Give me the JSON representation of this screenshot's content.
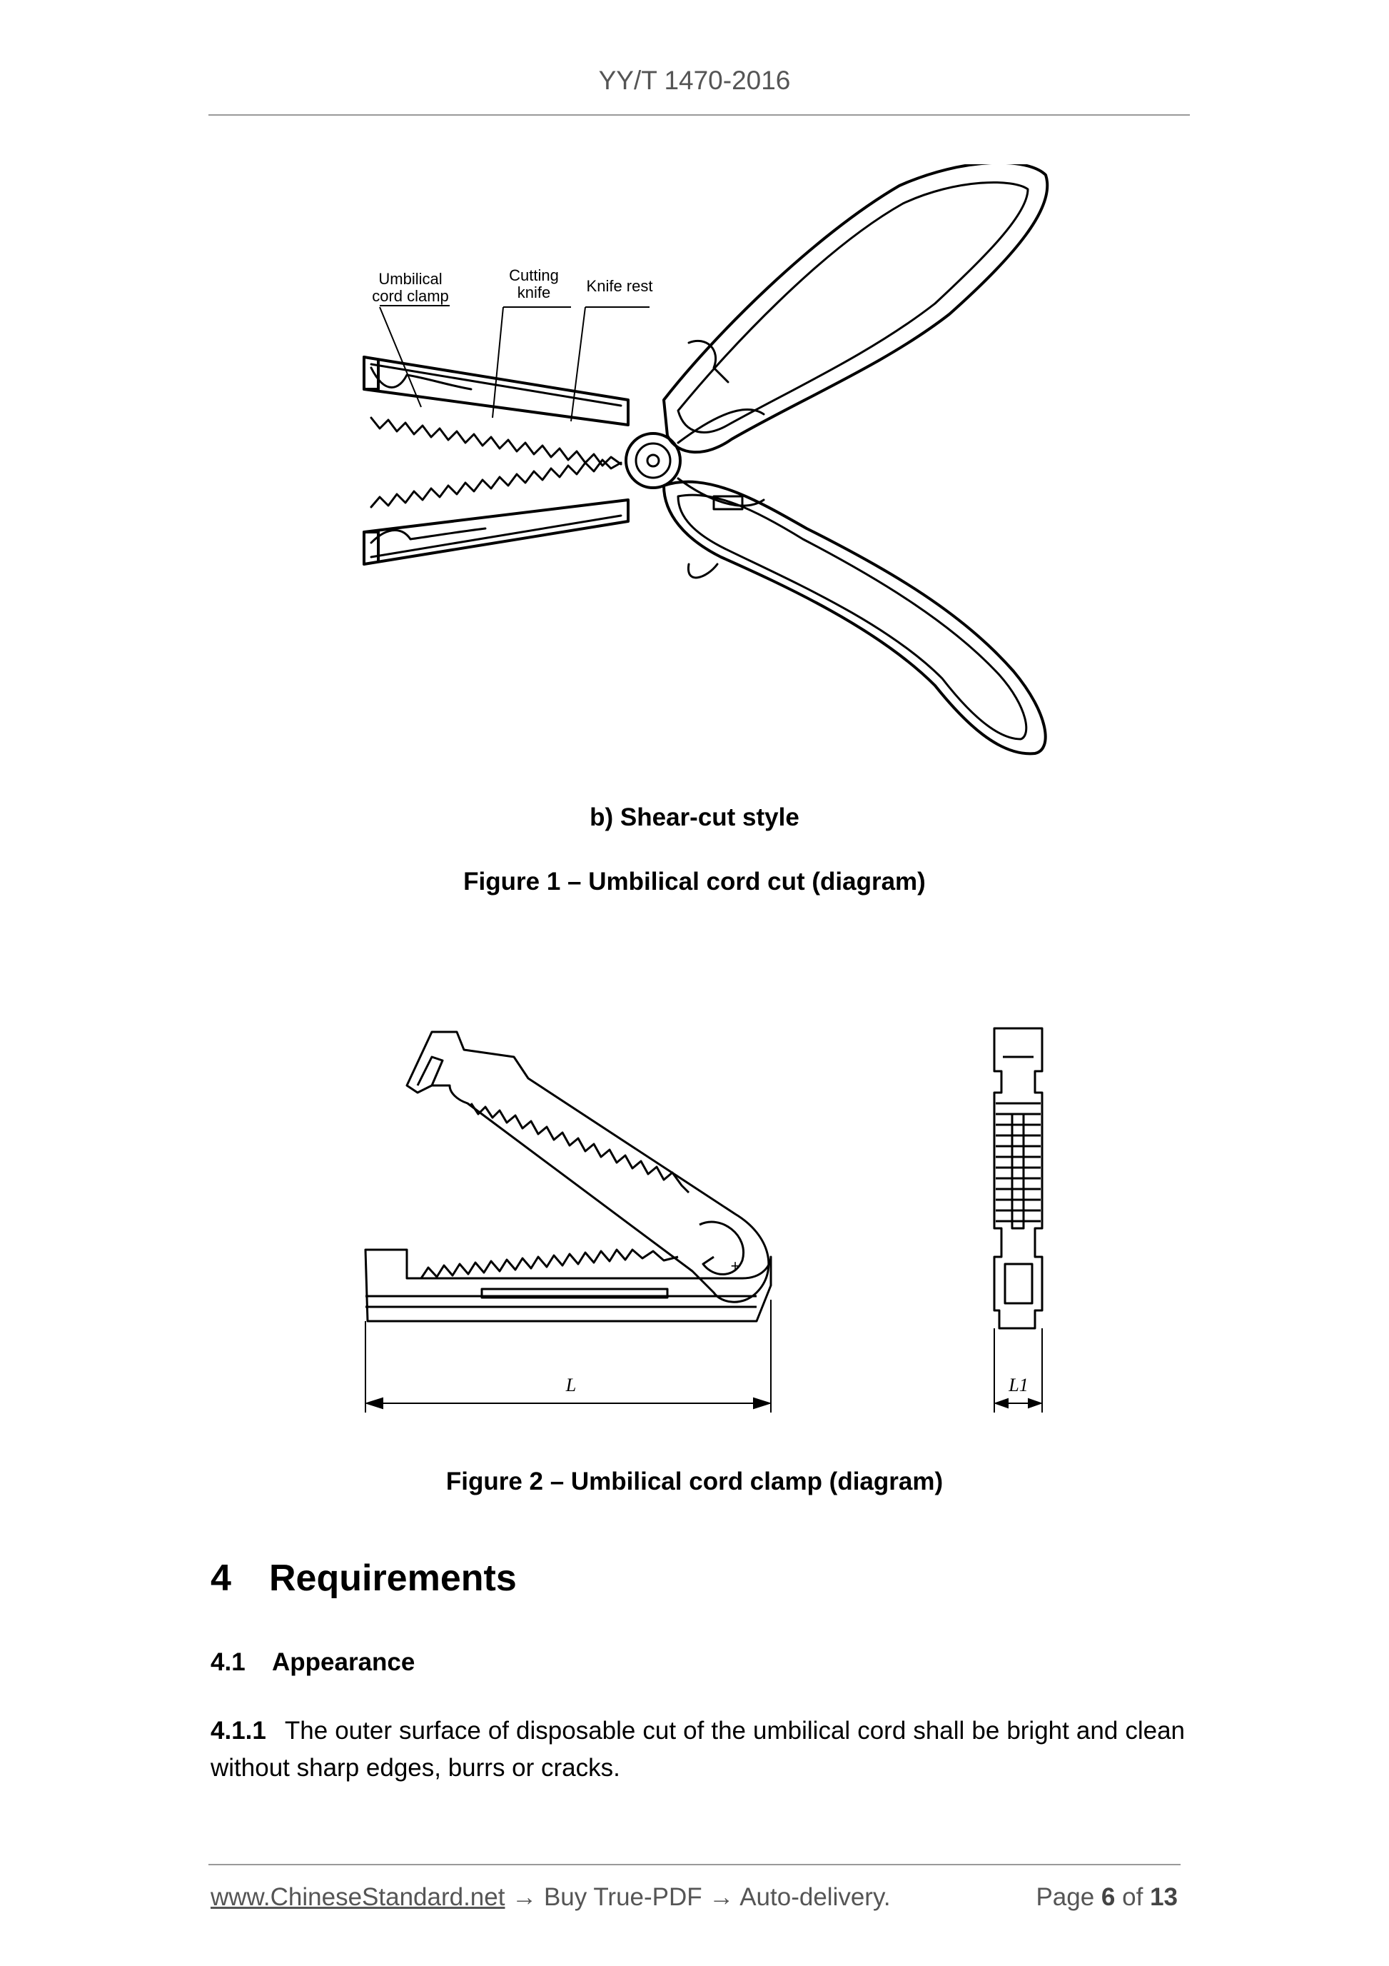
{
  "header": {
    "doc_code": "YY/T 1470-2016"
  },
  "figure1": {
    "labels": {
      "clamp": [
        "Umbilical",
        "cord clamp"
      ],
      "knife": [
        "Cutting",
        "knife"
      ],
      "rest": "Knife rest"
    },
    "subcaption": "b) Shear-cut style",
    "caption": "Figure 1 – Umbilical cord cut (diagram)"
  },
  "figure2": {
    "dim_L": "L",
    "dim_L1": "L1",
    "caption": "Figure 2 – Umbilical cord clamp (diagram)"
  },
  "section": {
    "number": "4",
    "title": "Requirements"
  },
  "subsection": {
    "number": "4.1",
    "title": "Appearance"
  },
  "clause": {
    "number": "4.1.1",
    "text": "The outer surface of disposable cut of the umbilical cord shall be bright and clean without sharp edges, burrs or cracks."
  },
  "footer": {
    "link": "www.ChineseStandard.net",
    "arrow": "→",
    "buy": "Buy True-PDF",
    "delivery": "Auto-delivery.",
    "page_word": "Page",
    "page_num": "6",
    "of_word": "of",
    "page_total": "13"
  }
}
